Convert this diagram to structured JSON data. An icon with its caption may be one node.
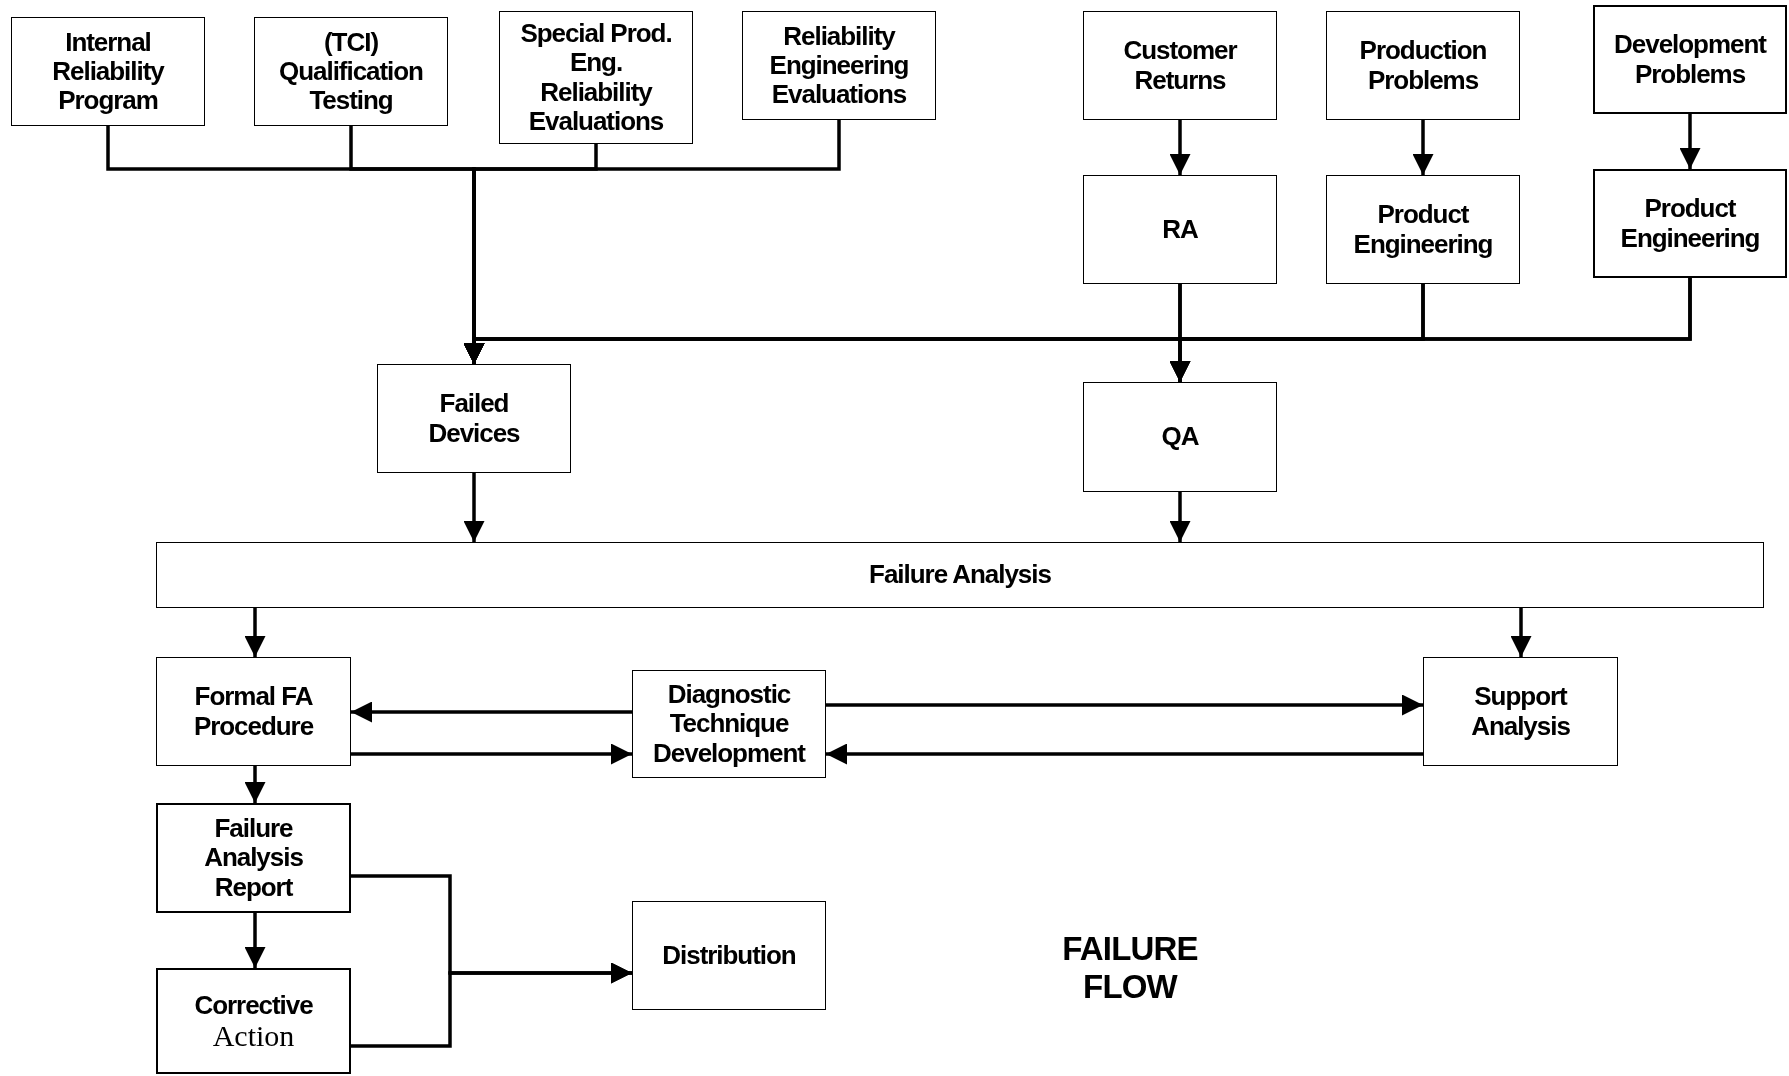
{
  "diagram": {
    "title": "FAILURE FLOW",
    "nodes": [
      {
        "text": [
          "Internal Reliability Program"
        ]
      },
      {
        "text": [
          "(TCI) Qualification Testing"
        ]
      },
      {
        "text": [
          "Special Prod. Eng. Reliability Evaluations"
        ]
      },
      {
        "text": [
          "Reliability Engineering Evaluations"
        ]
      },
      {
        "text": [
          "Customer Returns"
        ]
      },
      {
        "text": [
          "Production Problems"
        ]
      },
      {
        "text": [
          "Development Problems"
        ]
      },
      {
        "text": [
          "RA"
        ]
      },
      {
        "text": [
          "Product Engineering"
        ]
      },
      {
        "text": [
          "Product Engineering"
        ]
      },
      {
        "text": [
          "Failed Devices"
        ]
      },
      {
        "text": [
          "QA"
        ]
      },
      {
        "text": [
          "Failure Analysis"
        ]
      },
      {
        "text": [
          "Formal FA Procedure"
        ]
      },
      {
        "text": [
          "Diagnostic Technique Development"
        ]
      },
      {
        "text": [
          "Support Analysis"
        ]
      },
      {
        "text": [
          "Failure Analysis Report"
        ]
      },
      {
        "text": [
          "Corrective",
          "Action"
        ]
      },
      {
        "text": [
          "Distribution"
        ]
      }
    ],
    "edges": [
      {
        "from": 0,
        "to": 10,
        "arrow": "to"
      },
      {
        "from": 1,
        "to": 10,
        "arrow": "to"
      },
      {
        "from": 2,
        "to": 10,
        "arrow": "to"
      },
      {
        "from": 3,
        "to": 10,
        "arrow": "to"
      },
      {
        "from": 4,
        "to": 7,
        "arrow": "to"
      },
      {
        "from": 5,
        "to": 8,
        "arrow": "to"
      },
      {
        "from": 6,
        "to": 9,
        "arrow": "to"
      },
      {
        "from": 7,
        "to": 11,
        "arrow": "to"
      },
      {
        "from": 8,
        "to": 11,
        "arrow": "to"
      },
      {
        "from": 9,
        "to": 11,
        "arrow": "to"
      },
      {
        "from": 7,
        "to": 10,
        "arrow": "to"
      },
      {
        "from": 8,
        "to": 10,
        "arrow": "to"
      },
      {
        "from": 9,
        "to": 10,
        "arrow": "to"
      },
      {
        "from": 10,
        "to": 12,
        "arrow": "to"
      },
      {
        "from": 11,
        "to": 12,
        "arrow": "to"
      },
      {
        "from": 12,
        "to": 13,
        "arrow": "to"
      },
      {
        "from": 12,
        "to": 15,
        "arrow": "to"
      },
      {
        "from": 14,
        "to": 13,
        "arrow": "to"
      },
      {
        "from": 13,
        "to": 14,
        "arrow": "to"
      },
      {
        "from": 14,
        "to": 15,
        "arrow": "to"
      },
      {
        "from": 15,
        "to": 14,
        "arrow": "to"
      },
      {
        "from": 13,
        "to": 16,
        "arrow": "to"
      },
      {
        "from": 16,
        "to": 17,
        "arrow": "to"
      },
      {
        "from": 16,
        "to": 18,
        "arrow": "to"
      },
      {
        "from": 17,
        "to": 18,
        "arrow": "to"
      }
    ]
  }
}
